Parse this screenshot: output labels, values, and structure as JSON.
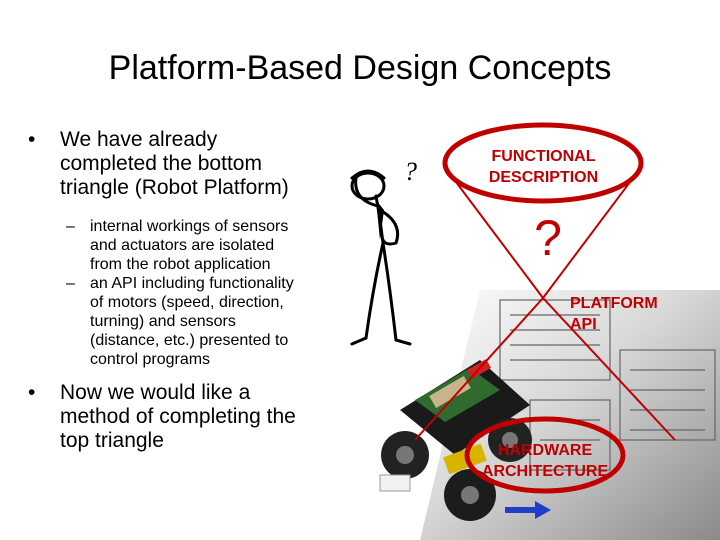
{
  "slide": {
    "title": "Platform-Based Design Concepts",
    "bullets": [
      {
        "marker": "•",
        "lines": [
          "We have already",
          "completed the bottom",
          "triangle (Robot Platform)"
        ],
        "subs": [
          {
            "marker": "–",
            "lines": [
              "internal workings of sensors",
              "and actuators are isolated",
              "from the robot application"
            ]
          },
          {
            "marker": "–",
            "lines": [
              "an API including functionality",
              "of motors (speed, direction,",
              "turning) and sensors",
              "(distance, etc.) presented to",
              "control programs"
            ]
          }
        ]
      },
      {
        "marker": "•",
        "lines": [
          "Now we would like a",
          "method of completing the",
          "top triangle"
        ]
      }
    ]
  },
  "diagram": {
    "top_label": [
      "FUNCTIONAL",
      "DESCRIPTION"
    ],
    "question_mark": "?",
    "figure_question_mark": "?",
    "platform_label": [
      "PLATFORM",
      "API"
    ],
    "bottom_label": [
      "HARDWARE",
      "ARCHITECTURE"
    ],
    "accent_color": "#c00000",
    "arrow_color": "#1f3fc8"
  }
}
